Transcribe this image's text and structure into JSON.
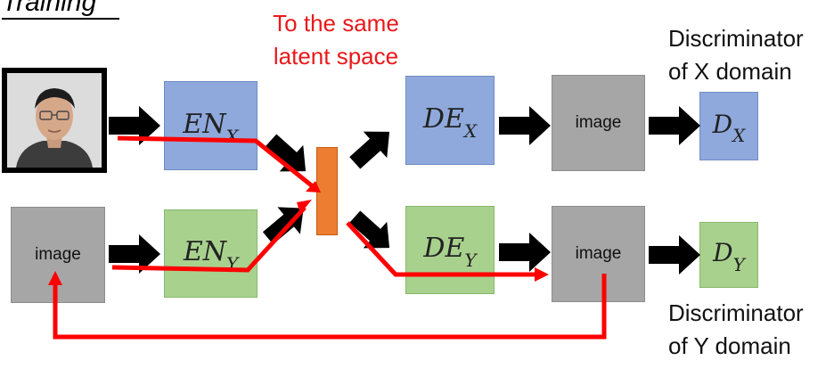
{
  "title": "Training",
  "annotation": [
    "To the same",
    "latent space"
  ],
  "nodes": {
    "en_x": {
      "main": "EN",
      "sub": "X"
    },
    "en_y": {
      "main": "EN",
      "sub": "Y"
    },
    "de_x": {
      "main": "DE",
      "sub": "X"
    },
    "de_y": {
      "main": "DE",
      "sub": "Y"
    },
    "d_x": {
      "main": "D",
      "sub": "X"
    },
    "d_y": {
      "main": "D",
      "sub": "Y"
    },
    "input_image": "image",
    "output_image_x": "image",
    "output_image_y": "image"
  },
  "discriminators": {
    "x": [
      "Discriminator",
      "of X domain"
    ],
    "y": [
      "Discriminator",
      "of Y domain"
    ]
  },
  "colors": {
    "encoder_x": "#8fa9dc",
    "encoder_y": "#a9d18e",
    "latent": "#ed7d31",
    "image_box": "#a6a6a6",
    "highlight_path": "#ff0000",
    "arrow": "#000000"
  }
}
